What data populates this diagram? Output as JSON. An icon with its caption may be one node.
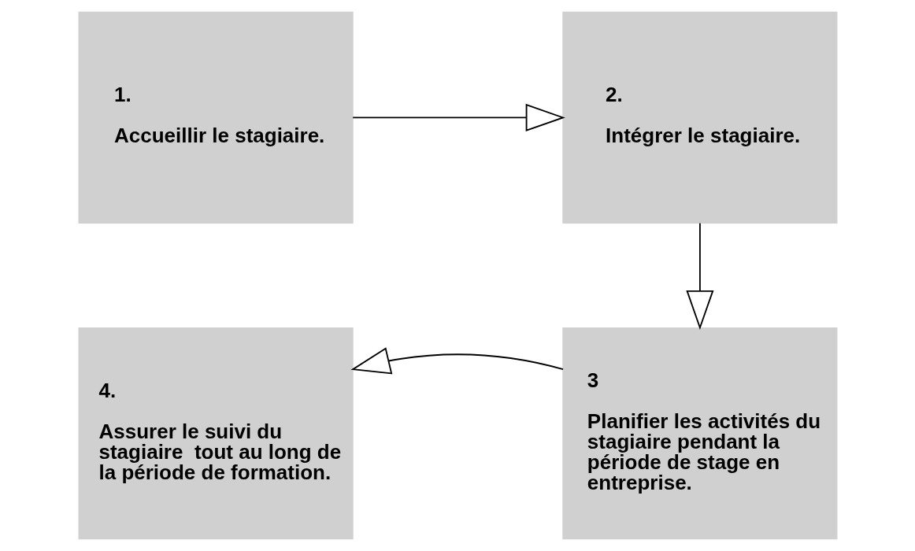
{
  "diagram": {
    "nodes": [
      {
        "text": [
          "1.",
          "Accueillir le stagiaire."
        ]
      },
      {
        "text": [
          "2.",
          "Intégrer le stagiaire."
        ]
      },
      {
        "text": [
          "3",
          "Planifier les activités du stagiaire pendant la période de stage en entreprise."
        ]
      },
      {
        "text": [
          "4.",
          "Assurer le suivi du stagiaire  tout au long de la période de formation."
        ]
      }
    ],
    "edges": [
      {
        "from": 0,
        "to": 1,
        "arrow": "to"
      },
      {
        "from": 1,
        "to": 2,
        "arrow": "to"
      },
      {
        "from": 2,
        "to": 3,
        "arrow": "to"
      }
    ]
  }
}
